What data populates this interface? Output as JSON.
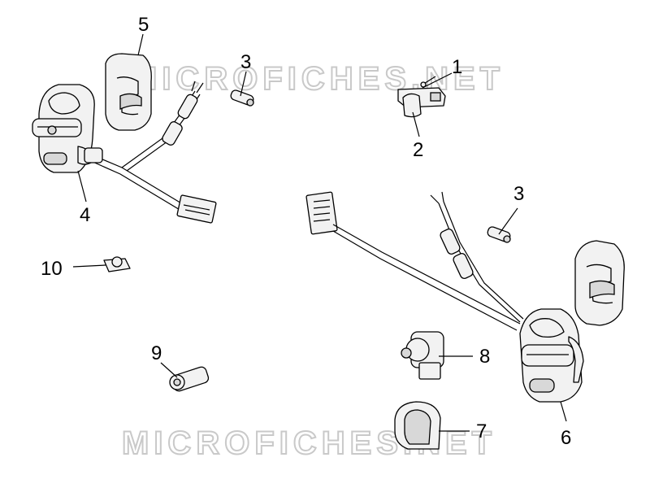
{
  "watermark": {
    "text": "MICROFICHES.NET"
  },
  "callouts": {
    "c1": "1",
    "c2": "2",
    "c3a": "3",
    "c3b": "3",
    "c4": "4",
    "c5": "5",
    "c6": "6",
    "c7": "7",
    "c8": "8",
    "c9": "9",
    "c10": "10"
  }
}
